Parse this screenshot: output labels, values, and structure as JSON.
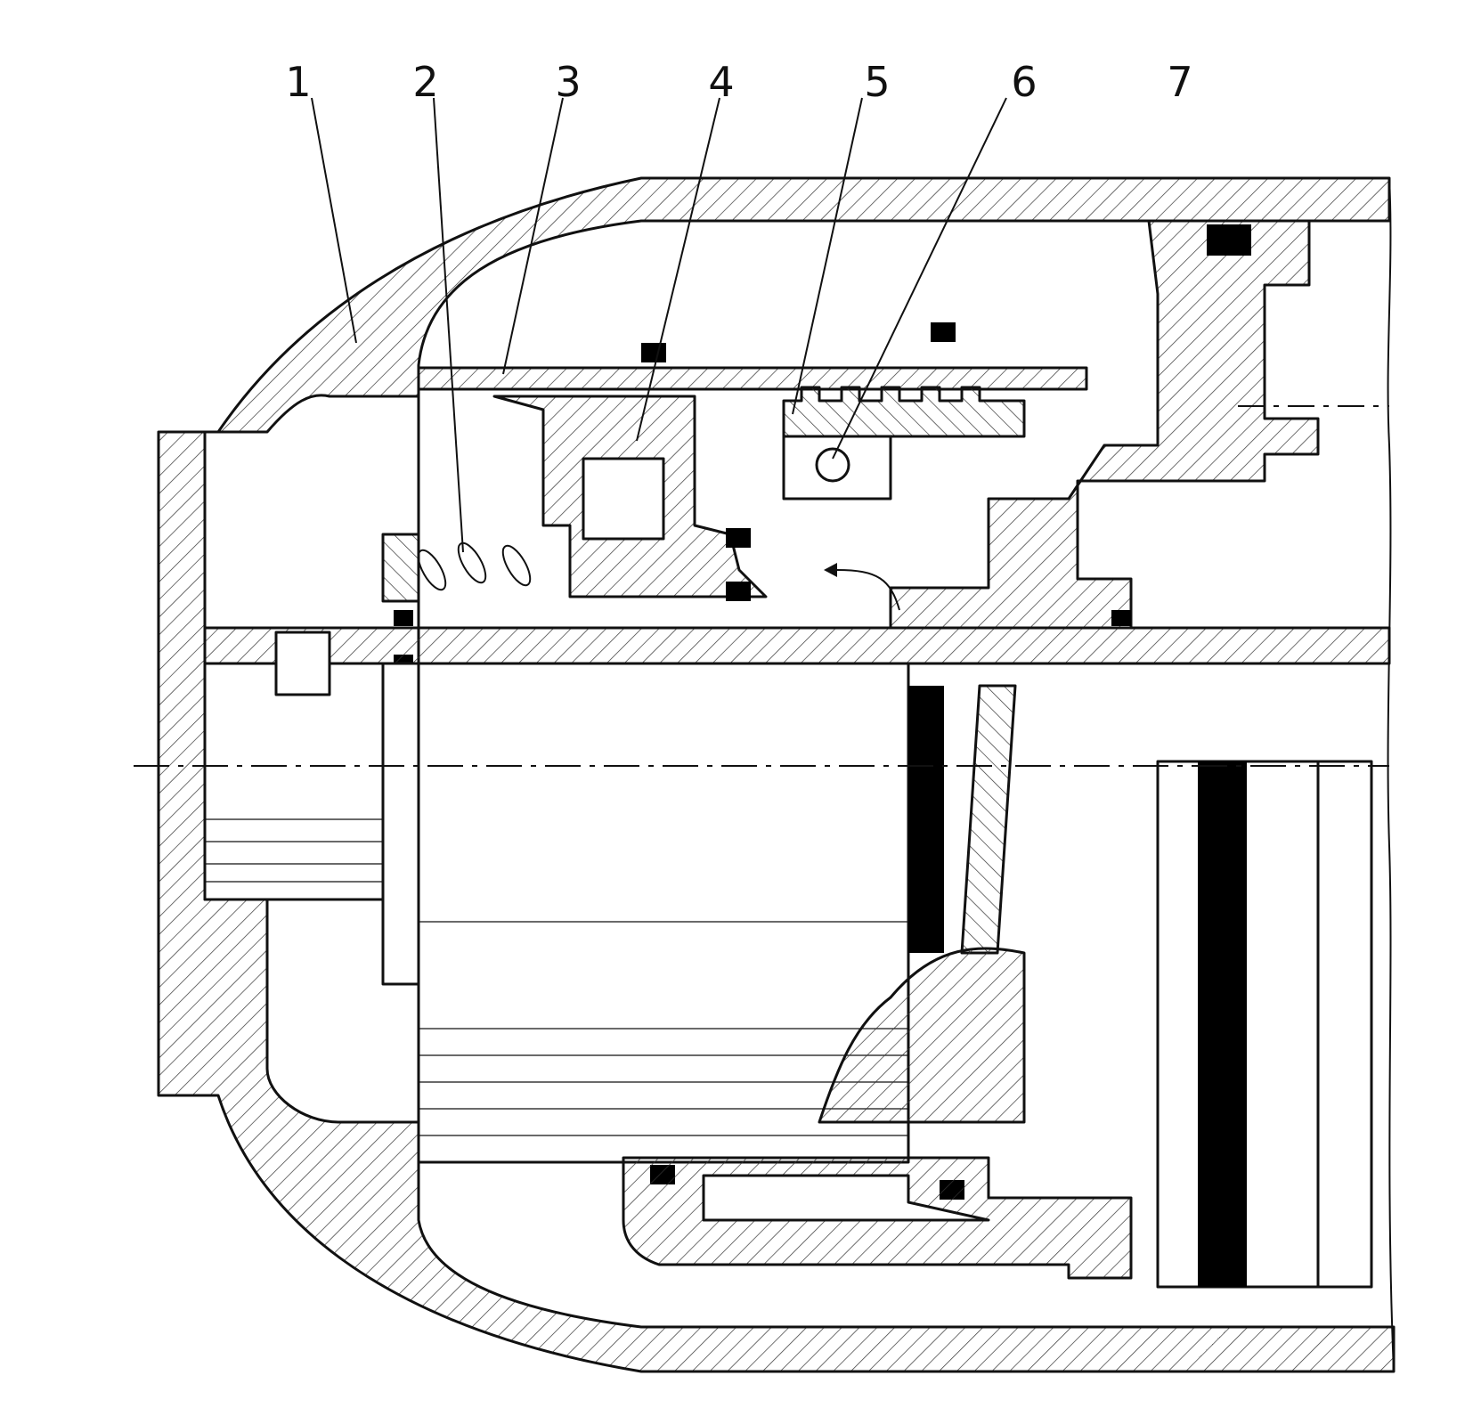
{
  "labels": [
    {
      "id": "callout-1",
      "text": "1"
    },
    {
      "id": "callout-2",
      "text": "2"
    },
    {
      "id": "callout-3",
      "text": "3"
    },
    {
      "id": "callout-4",
      "text": "4"
    },
    {
      "id": "callout-5",
      "text": "5"
    },
    {
      "id": "callout-6",
      "text": "6"
    },
    {
      "id": "callout-7",
      "text": "7"
    }
  ],
  "colors": {
    "line": "#111111",
    "hatch": "#333333",
    "fill_black": "#000000",
    "background": "#ffffff"
  }
}
